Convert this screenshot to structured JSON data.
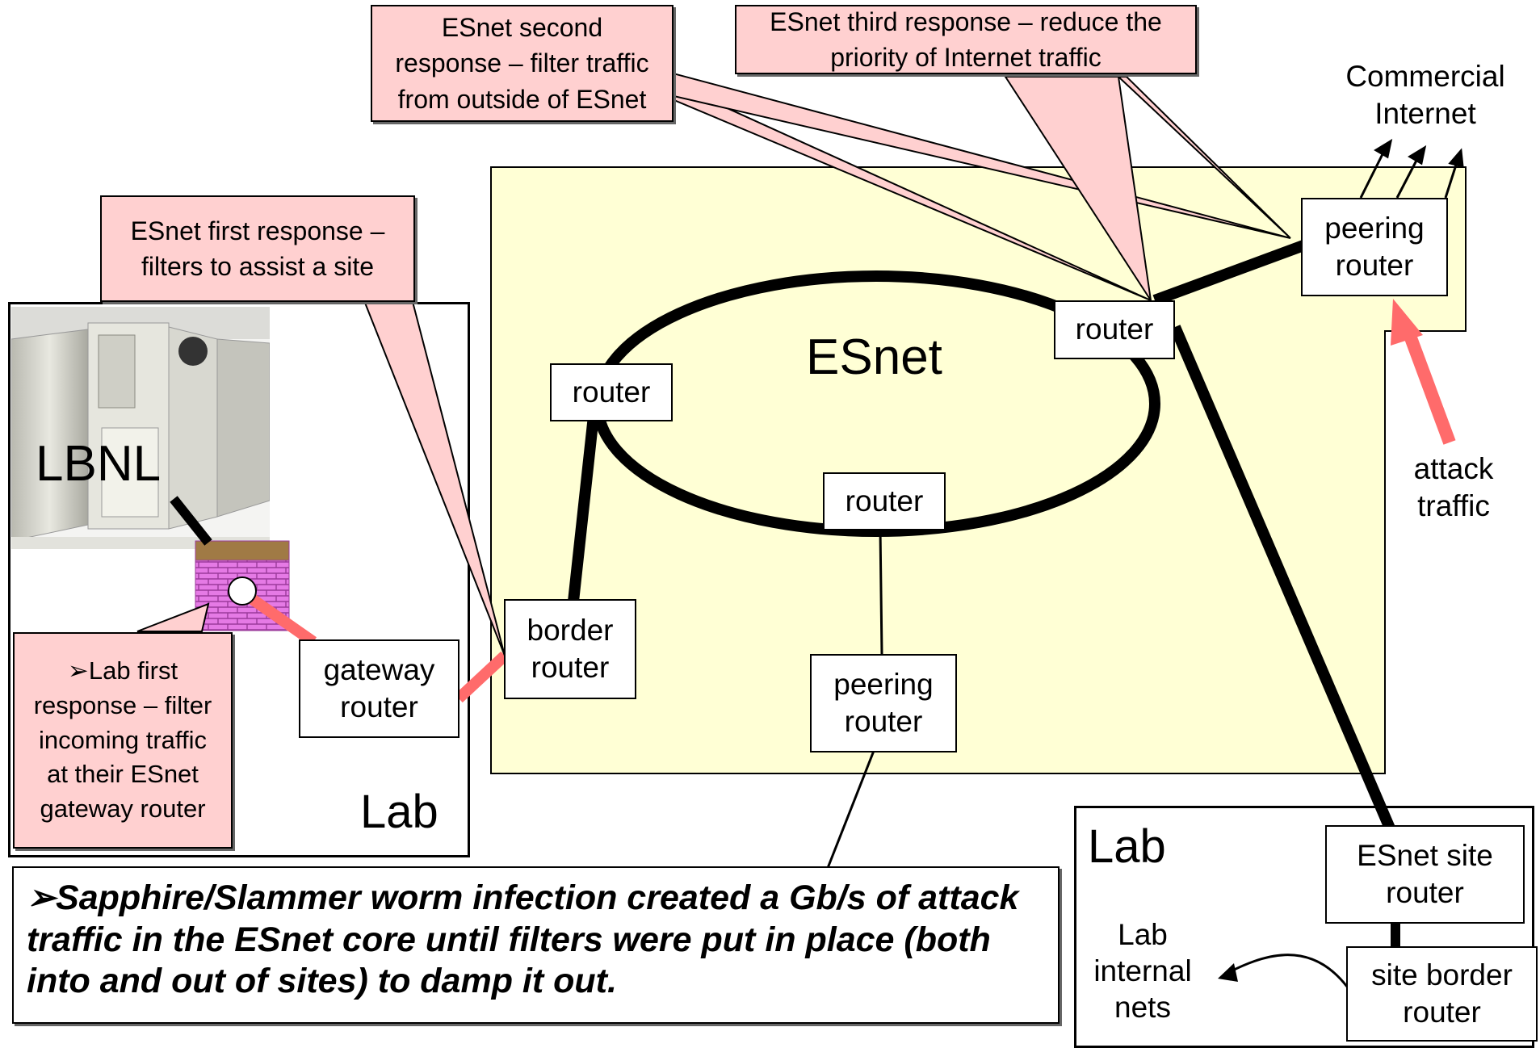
{
  "colors": {
    "esnet_region": "#ffffd5",
    "callout_fill": "#ffd0d0",
    "attack_arrow": "#ff6b6b",
    "brick": "#e57ae5",
    "firewall_cap": "#a07a45",
    "links": "#000000"
  },
  "callouts": {
    "second_response": "ESnet second\nresponse – filter traffic\nfrom outside of ESnet",
    "third_response": "ESnet third response – reduce the\npriority of Internet traffic",
    "first_response": "ESnet first response –\nfilters to assist a site",
    "lab_first_response": "➢Lab first\nresponse – filter\nincoming traffic\nat their ESnet\ngateway router"
  },
  "labels": {
    "commercial_internet": "Commercial\nInternet",
    "attack_traffic": "attack\ntraffic",
    "esnet": "ESnet",
    "lbnl": "LBNL",
    "lab_left": "Lab",
    "lab_right": "Lab",
    "lab_internal_nets": "Lab\ninternal\nnets"
  },
  "routers": {
    "peering_router_top": "peering\nrouter",
    "core_router_right": "router",
    "core_router_left": "router",
    "core_router_bottom": "router",
    "border_router": "border\nrouter",
    "peering_router_bottom": "peering\nrouter",
    "gateway_router": "gateway\nrouter",
    "esnet_site_router": "ESnet site\nrouter",
    "site_border_router": "site border\nrouter"
  },
  "summary": {
    "text": "➢Sapphire/Slammer worm infection created a Gb/s of attack traffic in the ESnet core until filters were put in place (both into and out of sites) to damp it out."
  },
  "icons": {
    "firewall": "brick-wall-icon",
    "computer": "supercomputer-icon"
  }
}
